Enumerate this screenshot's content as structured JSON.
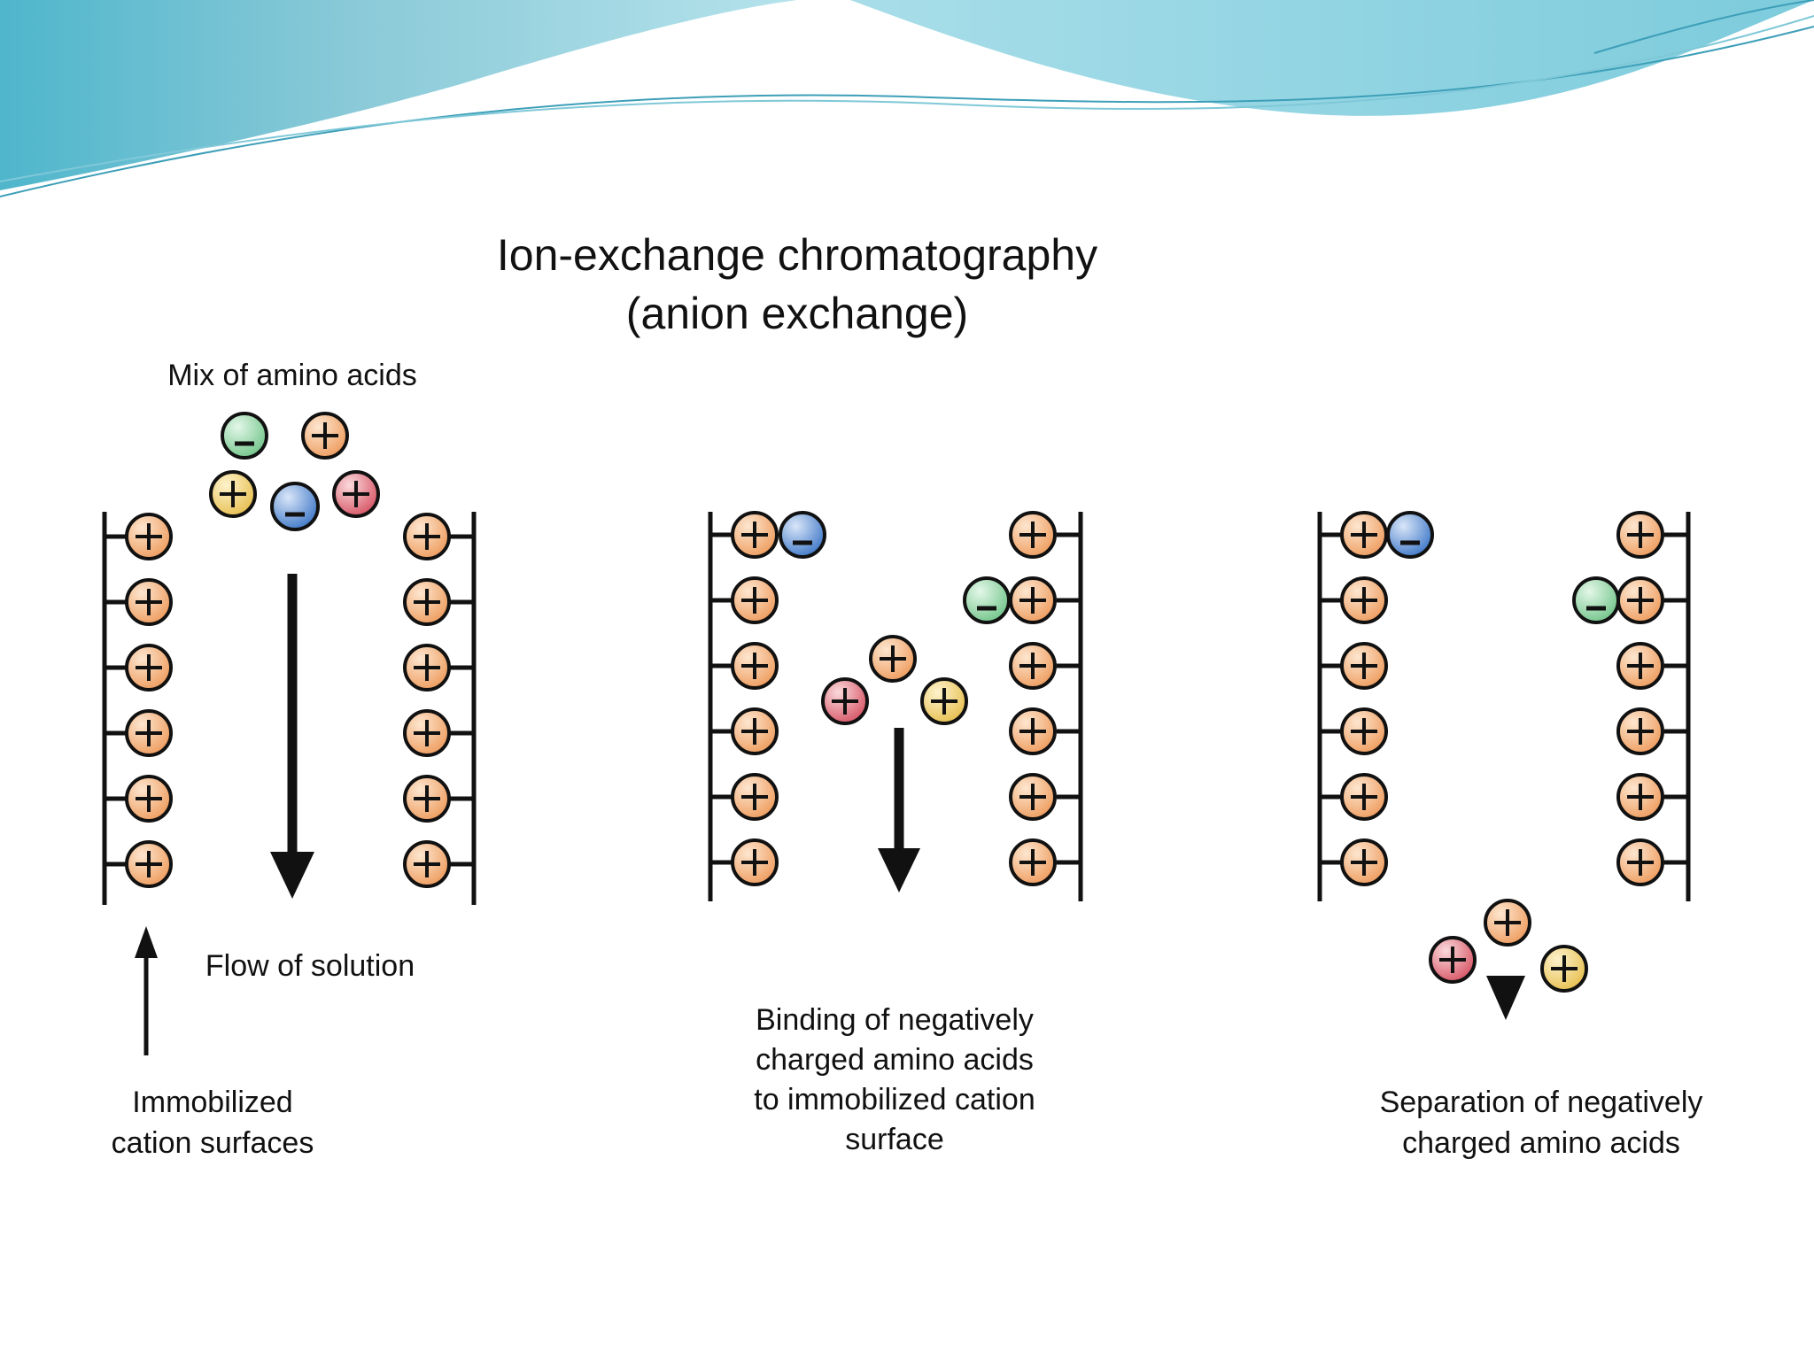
{
  "title": "Ion-exchange chromatography\n(anion exchange)",
  "labels": {
    "mix": "Mix of amino acids",
    "flow": "Flow of solution",
    "immobilized": "Immobilized\ncation surfaces",
    "binding": "Binding of negatively\ncharged amino acids\nto immobilized cation\nsurface",
    "separation": "Separation of negatively\ncharged amino acids"
  },
  "colors": {
    "surface_ion": "#f2b57e",
    "green_ion": "#8fd4a0",
    "blue_ion": "#5a8fd6",
    "red_ion": "#e0707c",
    "yellow_ion": "#f0d070",
    "banner_dark": "#5fb5c9",
    "banner_light": "#aee0ea"
  }
}
